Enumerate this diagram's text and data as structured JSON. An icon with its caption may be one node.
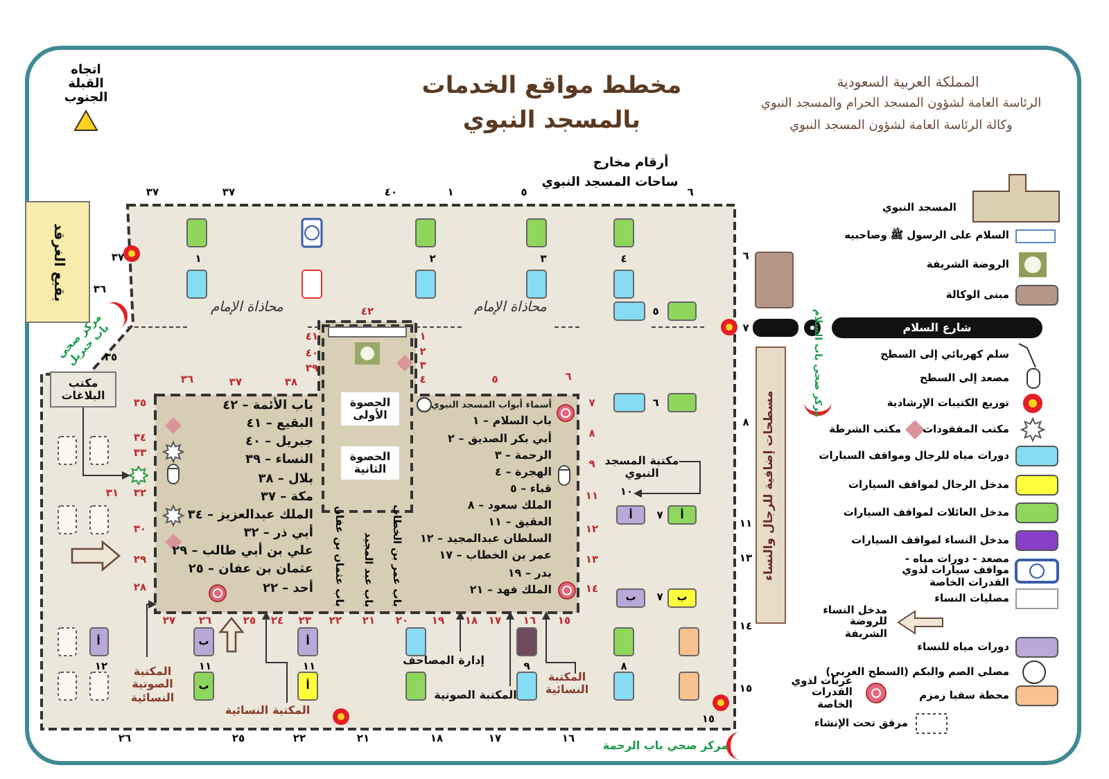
{
  "diagram": {
    "title": "مخطط مواقع الخدمات بالمسجد النبوي",
    "nodes": [
      {
        "text": [],
        "shape": "box"
      },
      {
        "text": [],
        "shape": "box",
        "in": 0
      },
      {
        "text": [
          "باب الأئمة – ٤٢",
          "البقيع – ٤١",
          "جبريل – ٤٠",
          "النساء – ٣٩",
          "بلال – ٣٨",
          "مكة – ٣٧",
          "الملك عبدالعزيز – ٣٤",
          "أبي ذر – ٣٢",
          "علي بن أبي طالب – ٢٩",
          "عثمان بن عفان – ٢٥",
          "أحد – ٢٢"
        ],
        "in": 1
      },
      {
        "text": [
          "أسماء أبواب المسجد النبوي",
          "باب السلام – ١",
          "أبي بكر الصديق – ٢",
          "الرحمة – ٣",
          "الهجرة – ٤",
          "قباء – ٥",
          "الملك سعود – ٨",
          "العقيق – ١١",
          "السلطان عبدالمجيد – ١٢",
          "عمر بن الخطاب – ١٧",
          "بدر – ١٩",
          "الملك فهد – ٢١"
        ],
        "in": 1
      },
      {
        "text": [],
        "shape": "box",
        "in": 1
      },
      {
        "text": [
          "الحصوة الأولى"
        ],
        "in": 4
      },
      {
        "text": [
          "الحصوة الثانية"
        ],
        "in": 4
      },
      {
        "text": [
          "باب عمر بن الخطاب",
          "باب عبد المجيد",
          "باب عثمان بن عفان"
        ],
        "in": 1
      },
      {
        "text": [
          "بقيع الغرقد"
        ]
      },
      {
        "text": [
          "مركز صحي باب جبريل"
        ]
      },
      {
        "text": [
          "مكتب البلاغات"
        ],
        "in": 0
      },
      {
        "text": [
          "مكتبة المسجد النبوي"
        ],
        "in": 0
      },
      {
        "text": [
          "المكتبة الصوتية النسائية"
        ],
        "in": 0
      },
      {
        "text": [
          "المكتبة النسائية"
        ],
        "in": 0
      },
      {
        "text": [
          "إدارة المصاحف"
        ],
        "in": 0
      },
      {
        "text": [
          "المكتبة الصوتية"
        ],
        "in": 0
      },
      {
        "text": [
          "المكتبة النسائية"
        ],
        "in": 0
      },
      {
        "text": [
          "شارع السلام"
        ]
      },
      {
        "text": [
          "مسطحات إضافية للرجال والنساء"
        ]
      },
      {
        "text": [],
        "shape": "star",
        "in": 0
      },
      {
        "text": [
          "١٠"
        ],
        "in": 0
      }
    ],
    "edges": [
      {
        "from": 10,
        "to": 19,
        "arrow": "to"
      },
      {
        "from": 11,
        "to": 20,
        "arrow": "to"
      },
      {
        "from": 12,
        "to": 1,
        "arrow": "to"
      },
      {
        "from": 13,
        "to": 1,
        "arrow": "to"
      },
      {
        "from": 14,
        "to": 1,
        "arrow": "to"
      },
      {
        "from": 15,
        "to": 1,
        "arrow": "to"
      },
      {
        "from": 16,
        "to": 1,
        "arrow": "to"
      }
    ],
    "labels": [
      "المملكة العربية السعودية",
      "الرئاسة العامة لشؤون المسجد الحرام والمسجد النبوي",
      "وكالة الرئاسة العامة لشؤون المسجد النبوي",
      "اتجاه القبلة الجنوب",
      "أرقام مخارج",
      "ساحات المسجد النبوي",
      "٣٧",
      "٣٧",
      "٤٠",
      "١",
      "٥",
      "٦",
      "٦",
      "٧",
      "٨",
      "١١",
      "١٣",
      "١٤",
      "١٥",
      "٢٦",
      "٢٥",
      "٢٢",
      "٢١",
      "١٨",
      "١٧",
      "١٦",
      "١٥",
      "٣٧",
      "٣٦",
      "٣٥",
      "مركز صحي باب السلام",
      "مركز صحي باب الرحمة",
      "محاذاة الإمام",
      "محاذاة الإمام",
      "٤٢",
      "٤١",
      "١",
      "٤٠",
      "٢",
      "٣٩",
      "٣",
      "٣٦",
      "٣٧",
      "٣٨",
      "٤",
      "٥",
      "٦",
      "٣٥",
      "٧",
      "٣٤",
      "٨",
      "٣٣",
      "٩",
      "٣١",
      "٣٢",
      "١١",
      "٣٠",
      "١٢",
      "٢٩",
      "١٣",
      "٢٨",
      "١٤",
      "٢٧",
      "٢٦",
      "٢٥",
      "٢٤",
      "٢٣",
      "٢٢",
      "٢١",
      "٢٠",
      "١٩",
      "١٨",
      "١٧",
      "١٦",
      "١٥",
      "١",
      "٢",
      "٣",
      "٤",
      "٥",
      "٦",
      "٧",
      "٧",
      "١٢",
      "١١",
      "١١",
      "٩",
      "٨",
      "أ",
      "أ",
      "ب",
      "ب",
      "أ",
      "ب",
      "أ",
      "ب",
      "أ"
    ],
    "legend": [
      {
        "text": "المسجد النبوي"
      },
      {
        "text": "السلام على الرسول ﷺ وصاحبيه"
      },
      {
        "text": "الروضة الشريفة"
      },
      {
        "text": "مبنى الوكالة",
        "color": "#b5978a"
      },
      {
        "text": "سلم كهربائي إلى السطح"
      },
      {
        "text": "مصعد إلى السطح"
      },
      {
        "text": "توزيع الكتيبات الإرشادية"
      },
      {
        "text": "مكتب المفقودات"
      },
      {
        "text": "مكتب الشرطة"
      },
      {
        "text": "دورات مياه للرجال ومواقف السيارات",
        "color": "#86dcf2"
      },
      {
        "text": "مدخل الرجال لمواقف السيارات",
        "color": "#ffff3c"
      },
      {
        "text": "مدخل العائلات لمواقف السيارات",
        "color": "#8fd75c"
      },
      {
        "text": "مدخل النساء لمواقف السيارات",
        "color": "#8a3fc8"
      },
      {
        "text": "مصعد - دورات مياه - مواقف سيارات لذوي القدرات الخاصة"
      },
      {
        "text": "مصليات النساء"
      },
      {
        "text": "مدخل النساء للروضة الشريفة"
      },
      {
        "text": "دورات مياه للنساء",
        "color": "#b9a8d8"
      },
      {
        "text": "مصلى الصم والبكم (السطح الغربي)"
      },
      {
        "text": "محطة سقيا زمزم",
        "color": "#f7c190"
      },
      {
        "text": "عربات لذوي القدرات الخاصة"
      },
      {
        "text": "مرفق تحت الإنشاء"
      }
    ]
  }
}
